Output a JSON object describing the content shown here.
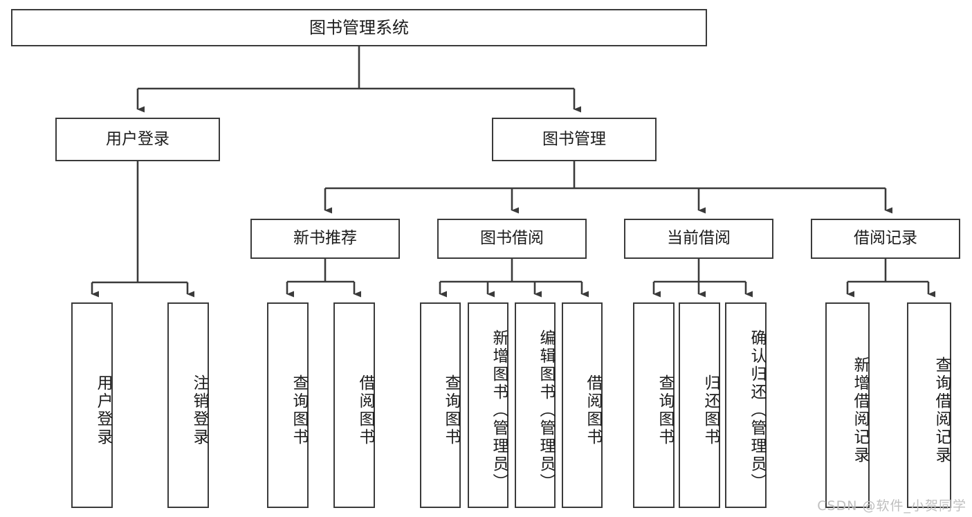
{
  "diagram": {
    "type": "tree",
    "title": "图书管理系统",
    "style": {
      "box_fill": "#ffffff",
      "box_stroke": "#3a3a3a",
      "text_color": "#1b1b1b",
      "watermark_color": "#bfbfbf"
    },
    "root": {
      "label": "图书管理系统"
    },
    "level2": [
      {
        "id": "user-login",
        "label": "用户登录"
      },
      {
        "id": "book-manage",
        "label": "图书管理"
      }
    ],
    "level3": [
      {
        "id": "new-book-recommend",
        "label": "新书推荐",
        "parent": "book-manage"
      },
      {
        "id": "book-borrow",
        "label": "图书借阅",
        "parent": "book-manage"
      },
      {
        "id": "current-borrow",
        "label": "当前借阅",
        "parent": "book-manage"
      },
      {
        "id": "borrow-record",
        "label": "借阅记录",
        "parent": "book-manage"
      }
    ],
    "leaves": [
      {
        "id": "leaf-user-login",
        "label": "用户登录",
        "parent": "user-login"
      },
      {
        "id": "leaf-logout-login",
        "label": "注销登录",
        "parent": "user-login"
      },
      {
        "id": "leaf-query-book-1",
        "label": "查询图书",
        "parent": "new-book-recommend"
      },
      {
        "id": "leaf-borrow-book-1",
        "label": "借阅图书",
        "parent": "new-book-recommend"
      },
      {
        "id": "leaf-query-book-2",
        "label": "查询图书",
        "parent": "book-borrow"
      },
      {
        "id": "leaf-add-book",
        "label": "新增图书（管理员）",
        "parent": "book-borrow"
      },
      {
        "id": "leaf-edit-book",
        "label": "编辑图书（管理员）",
        "parent": "book-borrow"
      },
      {
        "id": "leaf-borrow-book-2",
        "label": "借阅图书",
        "parent": "book-borrow"
      },
      {
        "id": "leaf-query-book-3",
        "label": "查询图书",
        "parent": "current-borrow"
      },
      {
        "id": "leaf-return-book",
        "label": "归还图书",
        "parent": "current-borrow"
      },
      {
        "id": "leaf-confirm-return",
        "label": "确认归还（管理员）",
        "parent": "current-borrow"
      },
      {
        "id": "leaf-add-record",
        "label": "新增借阅记录",
        "parent": "borrow-record"
      },
      {
        "id": "leaf-query-record",
        "label": "查询借阅记录",
        "parent": "borrow-record"
      }
    ],
    "watermark": "CSDN @软件_小贺同学"
  }
}
